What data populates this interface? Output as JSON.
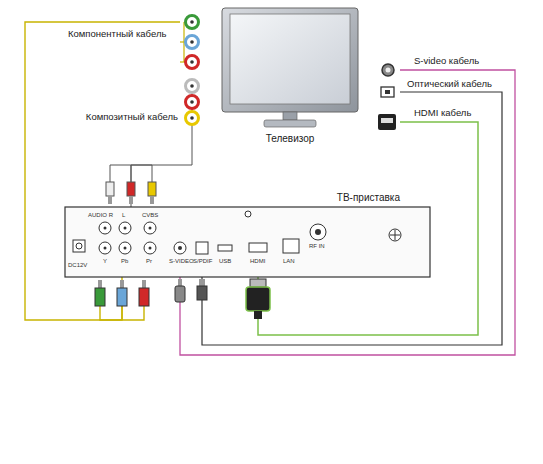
{
  "diagram": {
    "nodes": [
      {
        "text": [
          "Телевизор"
        ]
      },
      {
        "text": [
          "ТВ-приставка"
        ]
      }
    ],
    "edges": [
      {
        "from": 1,
        "to": 0,
        "arrow": "none",
        "label": "Компонентный кабель"
      },
      {
        "from": 1,
        "to": 0,
        "arrow": "none",
        "label": "Композитный кабель"
      },
      {
        "from": 1,
        "to": 0,
        "arrow": "none",
        "label": "S-video кабель"
      },
      {
        "from": 1,
        "to": 0,
        "arrow": "none",
        "label": "Оптический кабель"
      },
      {
        "from": 1,
        "to": 0,
        "arrow": "none",
        "label": "HDMI кабель"
      }
    ],
    "labels": [
      "AUDIO R",
      "L",
      "CVBS",
      "DC12V",
      "Y",
      "Pb",
      "Pr",
      "S-VIDEO",
      "S/PDIF",
      "USB",
      "HDMI",
      "LAN",
      "RF IN"
    ]
  }
}
